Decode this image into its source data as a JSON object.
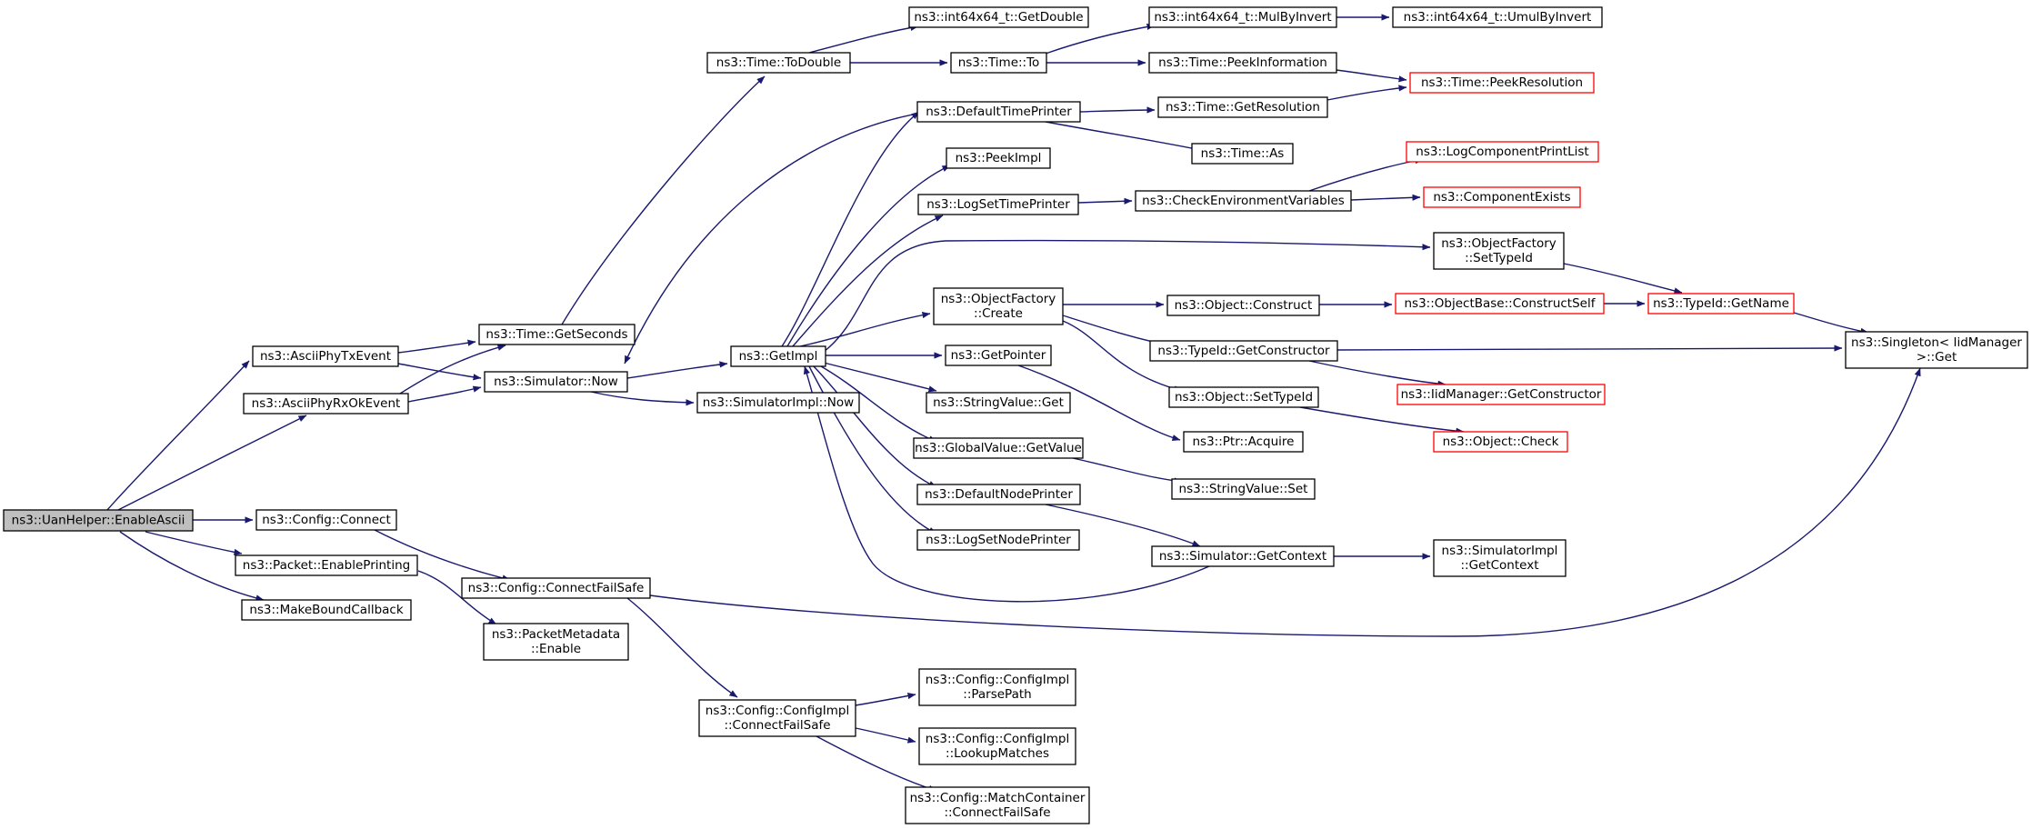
{
  "graph": {
    "colors": {
      "edge": "#191970",
      "node_border": "#000000",
      "truncated_border": "#ff0000",
      "root_fill": "#bfbfbf",
      "node_fill": "#ffffff"
    },
    "nodes": [
      {
        "id": "enableascii",
        "lines": [
          "ns3::UanHelper::EnableAscii"
        ],
        "root": true
      },
      {
        "id": "asciiphytx",
        "lines": [
          "ns3::AsciiPhyTxEvent"
        ]
      },
      {
        "id": "asciiphyrx",
        "lines": [
          "ns3::AsciiPhyRxOkEvent"
        ]
      },
      {
        "id": "configconnect",
        "lines": [
          "ns3::Config::Connect"
        ]
      },
      {
        "id": "packetenableprinting",
        "lines": [
          "ns3::Packet::EnablePrinting"
        ]
      },
      {
        "id": "makeboundcallback",
        "lines": [
          "ns3::MakeBoundCallback"
        ]
      },
      {
        "id": "getseconds",
        "lines": [
          "ns3::Time::GetSeconds"
        ]
      },
      {
        "id": "simnow",
        "lines": [
          "ns3::Simulator::Now"
        ]
      },
      {
        "id": "connectfailsafe",
        "lines": [
          "ns3::Config::ConnectFailSafe"
        ]
      },
      {
        "id": "packetmetadataenable",
        "lines": [
          "ns3::PacketMetadata",
          "::Enable"
        ]
      },
      {
        "id": "todouble",
        "lines": [
          "ns3::Time::ToDouble"
        ]
      },
      {
        "id": "getimpl",
        "lines": [
          "ns3::GetImpl"
        ]
      },
      {
        "id": "simimplnow",
        "lines": [
          "ns3::SimulatorImpl::Now"
        ]
      },
      {
        "id": "configimplconnectfailsafe",
        "lines": [
          "ns3::Config::ConfigImpl",
          "::ConnectFailSafe"
        ]
      },
      {
        "id": "int64getdouble",
        "lines": [
          "ns3::int64x64_t::GetDouble"
        ]
      },
      {
        "id": "timeto",
        "lines": [
          "ns3::Time::To"
        ]
      },
      {
        "id": "defaulttimeprinter",
        "lines": [
          "ns3::DefaultTimePrinter"
        ]
      },
      {
        "id": "peekimpl",
        "lines": [
          "ns3::PeekImpl"
        ]
      },
      {
        "id": "logsettimeprinter",
        "lines": [
          "ns3::LogSetTimePrinter"
        ]
      },
      {
        "id": "objectfactorycreate",
        "lines": [
          "ns3::ObjectFactory",
          "::Create"
        ]
      },
      {
        "id": "getpointer",
        "lines": [
          "ns3::GetPointer"
        ]
      },
      {
        "id": "stringvalueget",
        "lines": [
          "ns3::StringValue::Get"
        ]
      },
      {
        "id": "globalvaluegetvalue",
        "lines": [
          "ns3::GlobalValue::GetValue"
        ]
      },
      {
        "id": "defaultnodeprinter",
        "lines": [
          "ns3::DefaultNodePrinter"
        ]
      },
      {
        "id": "logsetnodeprinter",
        "lines": [
          "ns3::LogSetNodePrinter"
        ]
      },
      {
        "id": "parsepath",
        "lines": [
          "ns3::Config::ConfigImpl",
          "::ParsePath"
        ]
      },
      {
        "id": "lookupmatches",
        "lines": [
          "ns3::Config::ConfigImpl",
          "::LookupMatches"
        ]
      },
      {
        "id": "matchcontainerconnectfailsafe",
        "lines": [
          "ns3::Config::MatchContainer",
          "::ConnectFailSafe"
        ]
      },
      {
        "id": "mulbyinvert",
        "lines": [
          "ns3::int64x64_t::MulByInvert"
        ]
      },
      {
        "id": "umulbyinvert",
        "lines": [
          "ns3::int64x64_t::UmulByInvert"
        ]
      },
      {
        "id": "peekinformation",
        "lines": [
          "ns3::Time::PeekInformation"
        ]
      },
      {
        "id": "getresolution",
        "lines": [
          "ns3::Time::GetResolution"
        ]
      },
      {
        "id": "timeas",
        "lines": [
          "ns3::Time::As"
        ]
      },
      {
        "id": "checkenvvars",
        "lines": [
          "ns3::CheckEnvironmentVariables"
        ]
      },
      {
        "id": "objectconstruct",
        "lines": [
          "ns3::Object::Construct"
        ]
      },
      {
        "id": "typeidgetconstructor",
        "lines": [
          "ns3::TypeId::GetConstructor"
        ]
      },
      {
        "id": "objectsettypeid",
        "lines": [
          "ns3::Object::SetTypeId"
        ]
      },
      {
        "id": "ptracquire",
        "lines": [
          "ns3::Ptr::Acquire"
        ]
      },
      {
        "id": "stringvalueset",
        "lines": [
          "ns3::StringValue::Set"
        ]
      },
      {
        "id": "simgetcontext",
        "lines": [
          "ns3::Simulator::GetContext"
        ]
      },
      {
        "id": "peekresolution",
        "lines": [
          "ns3::Time::PeekResolution"
        ],
        "truncated": true
      },
      {
        "id": "logcomponentprintlist",
        "lines": [
          "ns3::LogComponentPrintList"
        ],
        "truncated": true
      },
      {
        "id": "componentexists",
        "lines": [
          "ns3::ComponentExists"
        ],
        "truncated": true
      },
      {
        "id": "objectfactorysettypeid",
        "lines": [
          "ns3::ObjectFactory",
          "::SetTypeId"
        ]
      },
      {
        "id": "constructself",
        "lines": [
          "ns3::ObjectBase::ConstructSelf"
        ],
        "truncated": true
      },
      {
        "id": "iidmanagergetconstructor",
        "lines": [
          "ns3::IidManager::GetConstructor"
        ],
        "truncated": true
      },
      {
        "id": "objectcheck",
        "lines": [
          "ns3::Object::Check"
        ],
        "truncated": true
      },
      {
        "id": "simimplgetcontext",
        "lines": [
          "ns3::SimulatorImpl",
          "::GetContext"
        ]
      },
      {
        "id": "typeidgetname",
        "lines": [
          "ns3::TypeId::GetName"
        ],
        "truncated": true
      },
      {
        "id": "singletonget",
        "lines": [
          "ns3::Singleton< IidManager",
          " >::Get"
        ]
      }
    ],
    "edges": [
      {
        "from": "enableascii",
        "to": "asciiphytx"
      },
      {
        "from": "enableascii",
        "to": "asciiphyrx"
      },
      {
        "from": "enableascii",
        "to": "configconnect"
      },
      {
        "from": "enableascii",
        "to": "packetenableprinting"
      },
      {
        "from": "enableascii",
        "to": "makeboundcallback"
      },
      {
        "from": "enableascii",
        "to": "singletonget"
      },
      {
        "from": "asciiphytx",
        "to": "getseconds"
      },
      {
        "from": "asciiphytx",
        "to": "simnow"
      },
      {
        "from": "asciiphyrx",
        "to": "getseconds"
      },
      {
        "from": "asciiphyrx",
        "to": "simnow"
      },
      {
        "from": "configconnect",
        "to": "connectfailsafe"
      },
      {
        "from": "packetenableprinting",
        "to": "packetmetadataenable"
      },
      {
        "from": "getseconds",
        "to": "todouble"
      },
      {
        "from": "simnow",
        "to": "getimpl"
      },
      {
        "from": "simnow",
        "to": "simimplnow"
      },
      {
        "from": "connectfailsafe",
        "to": "configimplconnectfailsafe"
      },
      {
        "from": "todouble",
        "to": "int64getdouble"
      },
      {
        "from": "todouble",
        "to": "timeto"
      },
      {
        "from": "getimpl",
        "to": "defaulttimeprinter"
      },
      {
        "from": "getimpl",
        "to": "peekimpl"
      },
      {
        "from": "getimpl",
        "to": "logsettimeprinter"
      },
      {
        "from": "getimpl",
        "to": "objectfactorycreate"
      },
      {
        "from": "getimpl",
        "to": "objectfactorysettypeid"
      },
      {
        "from": "getimpl",
        "to": "getpointer"
      },
      {
        "from": "getimpl",
        "to": "stringvalueget"
      },
      {
        "from": "getimpl",
        "to": "globalvaluegetvalue"
      },
      {
        "from": "getimpl",
        "to": "defaultnodeprinter"
      },
      {
        "from": "getimpl",
        "to": "logsetnodeprinter"
      },
      {
        "from": "configimplconnectfailsafe",
        "to": "parsepath"
      },
      {
        "from": "configimplconnectfailsafe",
        "to": "lookupmatches"
      },
      {
        "from": "configimplconnectfailsafe",
        "to": "matchcontainerconnectfailsafe"
      },
      {
        "from": "timeto",
        "to": "mulbyinvert"
      },
      {
        "from": "timeto",
        "to": "peekinformation"
      },
      {
        "from": "mulbyinvert",
        "to": "umulbyinvert"
      },
      {
        "from": "peekinformation",
        "to": "peekresolution"
      },
      {
        "from": "defaulttimeprinter",
        "to": "simnow"
      },
      {
        "from": "defaulttimeprinter",
        "to": "getresolution"
      },
      {
        "from": "defaulttimeprinter",
        "to": "timeas"
      },
      {
        "from": "getresolution",
        "to": "peekresolution"
      },
      {
        "from": "logsettimeprinter",
        "to": "checkenvvars"
      },
      {
        "from": "checkenvvars",
        "to": "logcomponentprintlist"
      },
      {
        "from": "checkenvvars",
        "to": "componentexists"
      },
      {
        "from": "objectfactorycreate",
        "to": "objectconstruct"
      },
      {
        "from": "objectfactorycreate",
        "to": "typeidgetconstructor"
      },
      {
        "from": "objectfactorycreate",
        "to": "objectsettypeid"
      },
      {
        "from": "objectconstruct",
        "to": "constructself"
      },
      {
        "from": "constructself",
        "to": "typeidgetname"
      },
      {
        "from": "objectfactorysettypeid",
        "to": "typeidgetname"
      },
      {
        "from": "typeidgetname",
        "to": "singletonget"
      },
      {
        "from": "typeidgetconstructor",
        "to": "iidmanagergetconstructor"
      },
      {
        "from": "typeidgetconstructor",
        "to": "singletonget"
      },
      {
        "from": "objectsettypeid",
        "to": "objectcheck"
      },
      {
        "from": "getpointer",
        "to": "ptracquire"
      },
      {
        "from": "globalvaluegetvalue",
        "to": "stringvalueset"
      },
      {
        "from": "defaultnodeprinter",
        "to": "simgetcontext"
      },
      {
        "from": "simgetcontext",
        "to": "getimpl"
      },
      {
        "from": "simgetcontext",
        "to": "simimplgetcontext"
      }
    ]
  }
}
